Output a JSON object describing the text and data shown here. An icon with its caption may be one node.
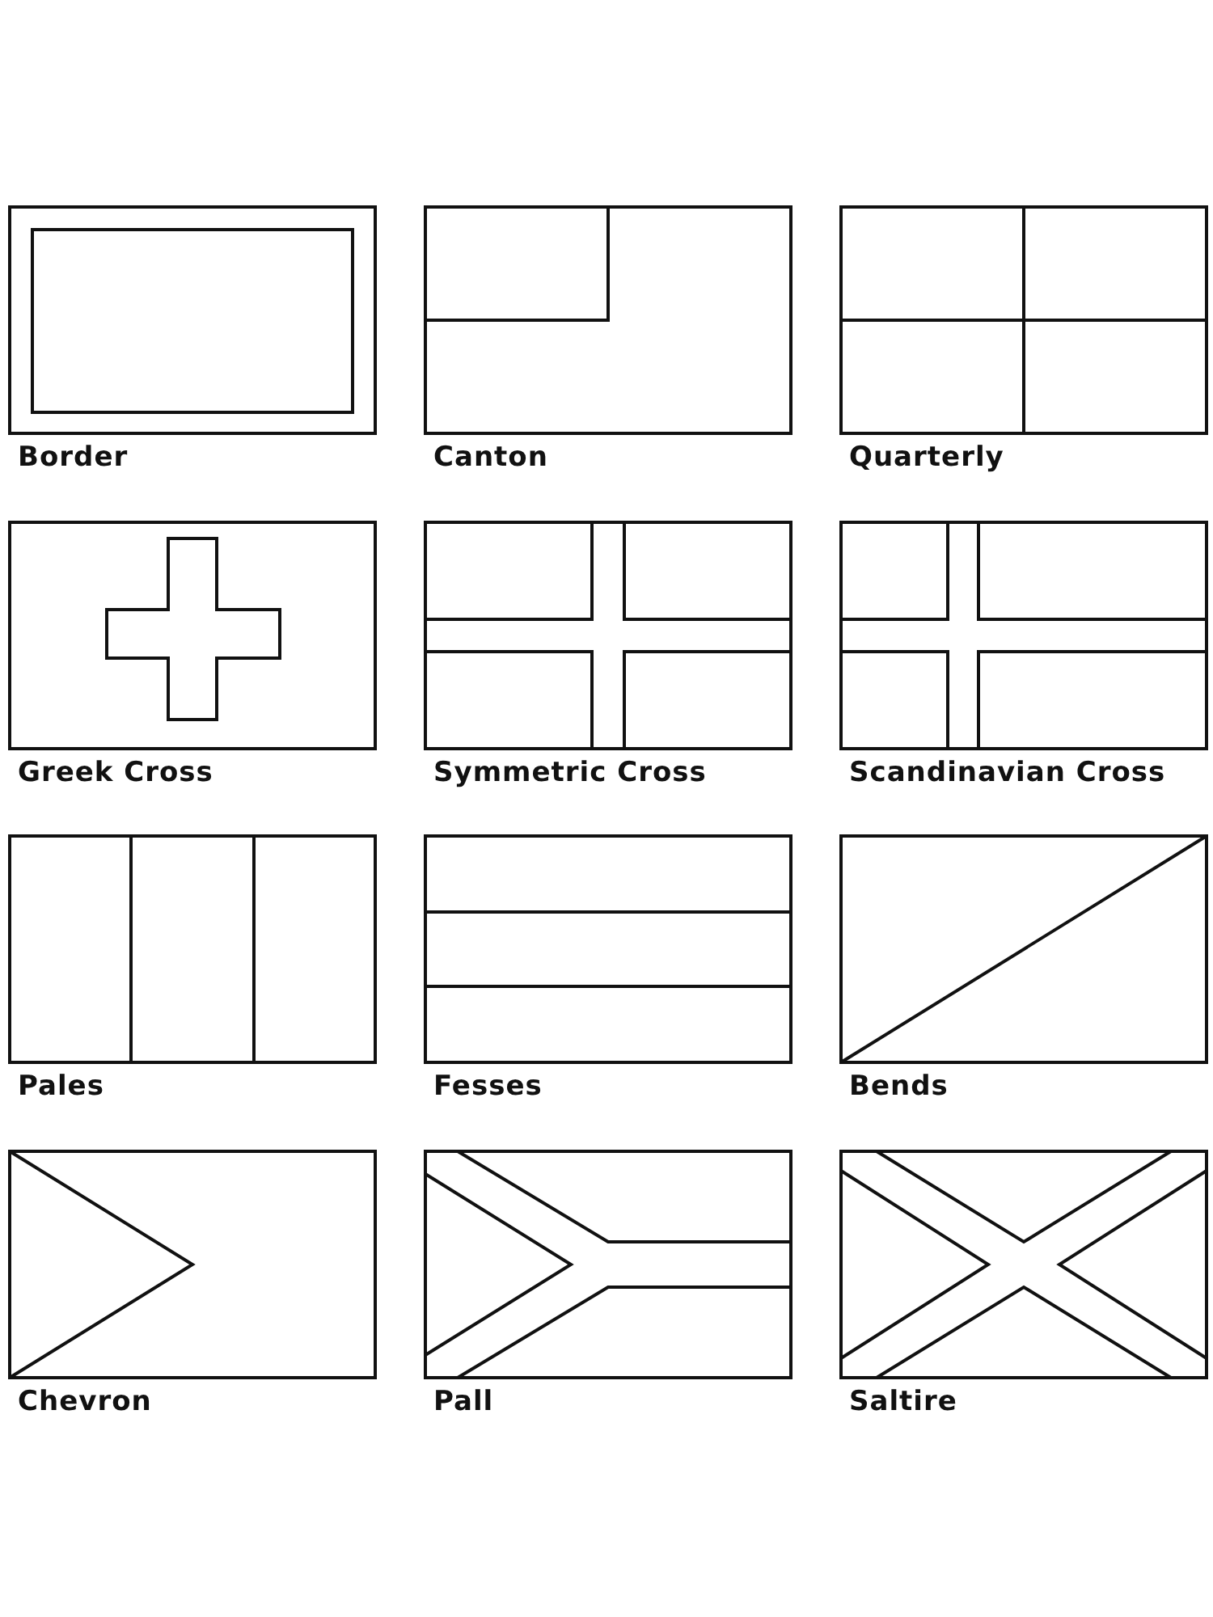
{
  "diagram": {
    "nodes": [
      {
        "text": [
          "Border"
        ]
      },
      {
        "text": [
          "Canton"
        ]
      },
      {
        "text": [
          "Quarterly"
        ]
      },
      {
        "text": [
          "Greek Cross"
        ]
      },
      {
        "text": [
          "Symmetric Cross"
        ]
      },
      {
        "text": [
          "Scandinavian Cross"
        ]
      },
      {
        "text": [
          "Pales"
        ]
      },
      {
        "text": [
          "Fesses"
        ]
      },
      {
        "text": [
          "Bends"
        ]
      },
      {
        "text": [
          "Chevron"
        ]
      },
      {
        "text": [
          "Pall"
        ]
      },
      {
        "text": [
          "Saltire"
        ]
      }
    ]
  }
}
